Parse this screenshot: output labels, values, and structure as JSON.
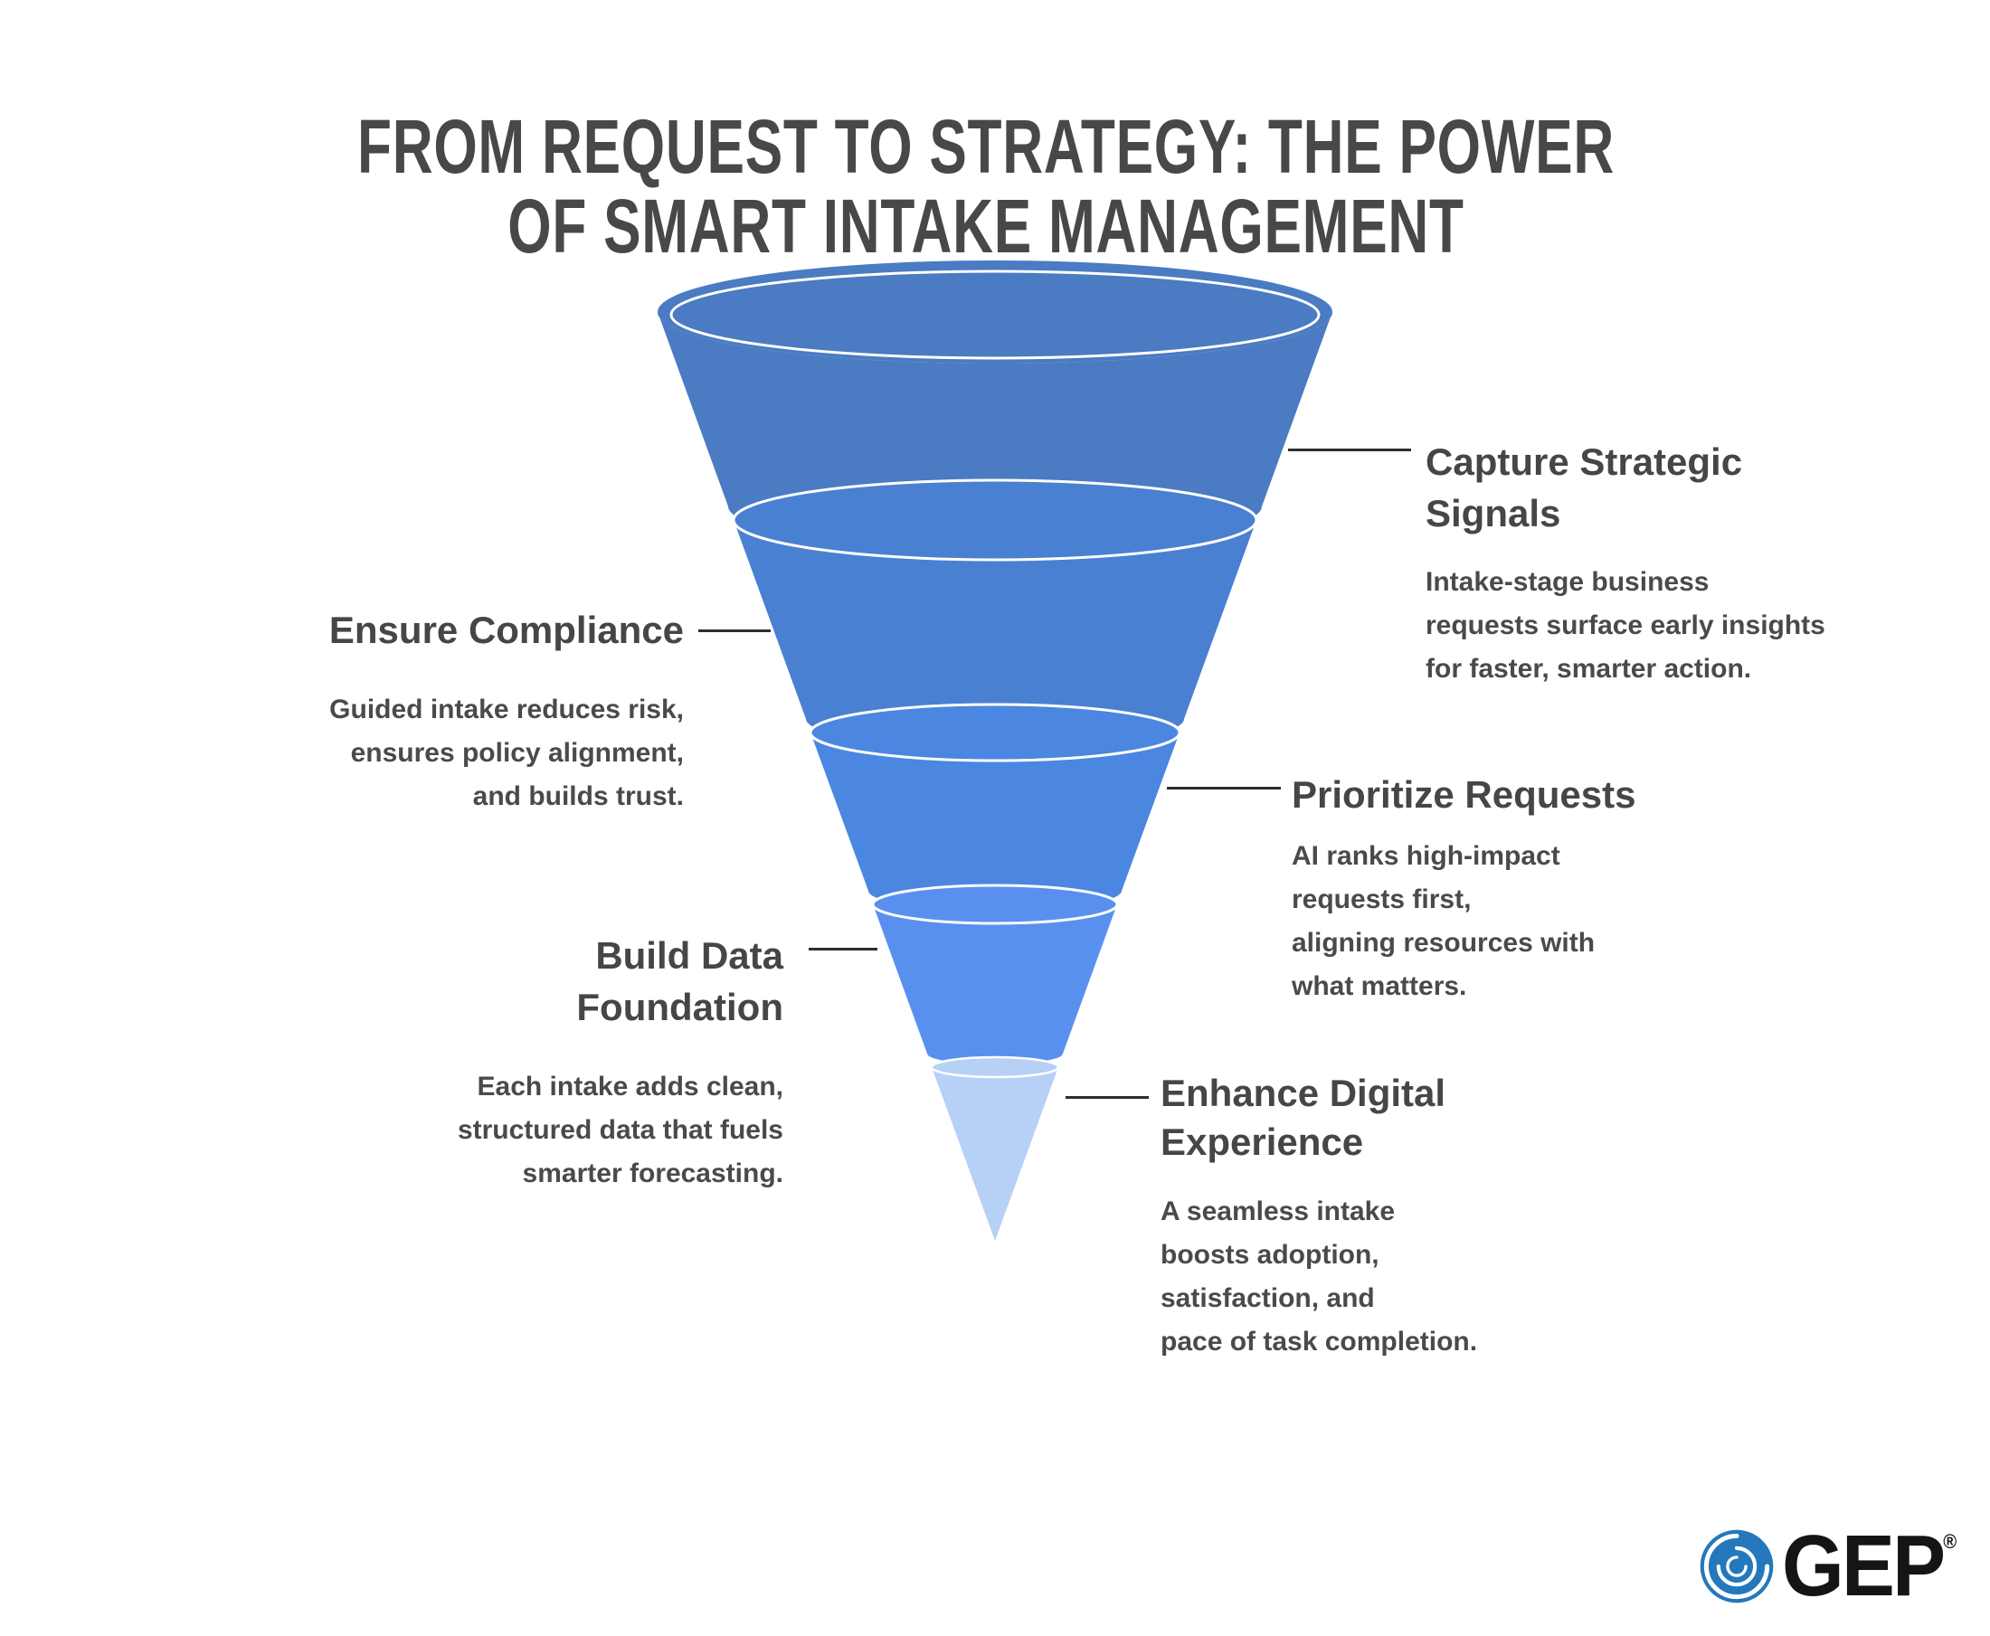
{
  "title": {
    "line1": "FROM REQUEST TO STRATEGY: THE POWER",
    "line2": "OF SMART INTAKE MANAGEMENT"
  },
  "funnel": {
    "type": "funnel",
    "direction": "top-wide-to-bottom-tip",
    "stage_order_top_to_bottom": [
      "Capture Strategic Signals",
      "Ensure Compliance",
      "Prioritize Requests",
      "Build Data Foundation",
      "Enhance Digital Experience"
    ]
  },
  "stages": [
    {
      "heading_line1": "Capture Strategic",
      "heading_line2": "Signals",
      "body_lines": [
        "Intake-stage business",
        "requests surface early insights",
        "for faster, smarter action."
      ],
      "side": "right",
      "color": "#4a7bc3"
    },
    {
      "heading_line1": "Ensure Compliance",
      "body_lines": [
        "Guided intake reduces risk,",
        "ensures policy alignment,",
        "and builds trust."
      ],
      "side": "left",
      "color": "#4a80d2"
    },
    {
      "heading_line1": "Prioritize Requests",
      "body_lines": [
        "AI ranks high-impact",
        "requests first,",
        "aligning resources with",
        "what matters."
      ],
      "side": "right",
      "color": "#4b86e1"
    },
    {
      "heading_line1": "Build Data",
      "heading_line2": "Foundation",
      "body_lines": [
        "Each intake adds clean,",
        "structured data that fuels",
        "smarter forecasting."
      ],
      "side": "left",
      "color": "#5990f0"
    },
    {
      "heading_line1": "Enhance Digital",
      "heading_line2": "Experience",
      "body_lines": [
        "A seamless intake",
        "boosts adoption,",
        "satisfaction, and",
        "pace of task completion."
      ],
      "side": "right",
      "color": "#b7d0f6"
    }
  ],
  "logo": {
    "text": "GEP",
    "registered_mark": "®",
    "icon": "gep-swirl-icon",
    "icon_color": "#2478bb",
    "text_color": "#151515"
  }
}
